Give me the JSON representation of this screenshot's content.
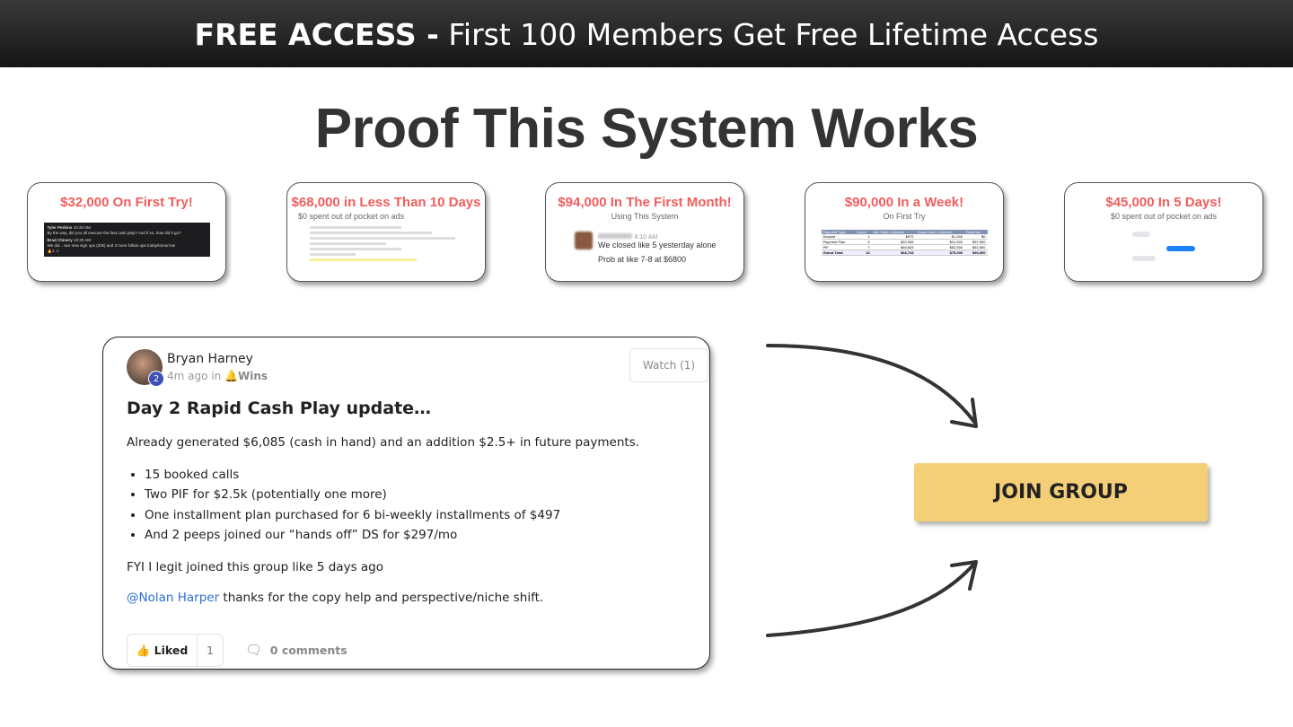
{
  "banner": {
    "bold": "FREE ACCESS -",
    "text": " First 100 Members Get Free Lifetime Access"
  },
  "title": "Proof This System Works",
  "cards": [
    {
      "headline": "$32,000 On First Try!",
      "subtitle": "",
      "messages": [
        {
          "author": "Tyler Perkins",
          "time": "10:20 AM",
          "text": "By the way, did you all execute the fast cash play? And if so, how did it go?"
        },
        {
          "author": "Brad Chinery",
          "time": "10:30 AM",
          "text": "We did... two new sign ups (20k) and 3 more follow ups today/tomorrow"
        }
      ]
    },
    {
      "headline": "$68,000 in Less Than 10 Days",
      "subtitle": "$0 spent out of pocket on ads"
    },
    {
      "headline": "$94,000 In The First Month!",
      "subtitle": "Using This System",
      "time": "8:10 AM",
      "line1": "We closed like 5 yesterday alone",
      "line2": "Prob at like 7-8 at $6800"
    },
    {
      "headline": "$90,000 In a Week!",
      "subtitle": "On First Try",
      "table": {
        "headers": [
          "Payment Type",
          "Count",
          "Net Cash Collected",
          "Gross Cash Collected",
          "Revenue"
        ],
        "rows": [
          [
            "Deposit",
            "1",
            "$972",
            "$1,000",
            "$0"
          ],
          [
            "Payment Plan",
            "5",
            "$20,938",
            "$21,500",
            "$37,500"
          ],
          [
            "PIF",
            "7",
            "$46,833",
            "$52,500",
            "$52,500"
          ],
          [
            "Grand Total",
            "13",
            "$68,743",
            "$75,000",
            "$90,000"
          ]
        ]
      }
    },
    {
      "headline": "$45,000 In 5 Days!",
      "subtitle": "$0 spent out of pocket on ads"
    }
  ],
  "post": {
    "author": "Bryan Harney",
    "level": "2",
    "time": "4m ago in",
    "category": "Wins",
    "watch_label": "Watch (1)",
    "title": "Day 2 Rapid Cash Play update…",
    "intro": "Already generated $6,085 (cash in hand) and an addition $2.5+ in future payments.",
    "bullets": [
      "15 booked calls",
      "Two PIF for $2.5k (potentially one more)",
      "One installment plan purchased for 6 bi-weekly installments of $497",
      "And 2 peeps joined our “hands off” DS for $297/mo"
    ],
    "fyi": "FYI I legit joined this group like 5 days ago",
    "mention": "@Nolan Harper",
    "thanks": " thanks for the copy help and perspective/niche shift.",
    "like_label": "Liked",
    "like_count": "1",
    "comments_label": "0 comments"
  },
  "cta": {
    "label": "JOIN GROUP",
    "color": "#f5cf78"
  },
  "colors": {
    "headline": "#f25c5c",
    "mention": "#2f6fd6"
  }
}
